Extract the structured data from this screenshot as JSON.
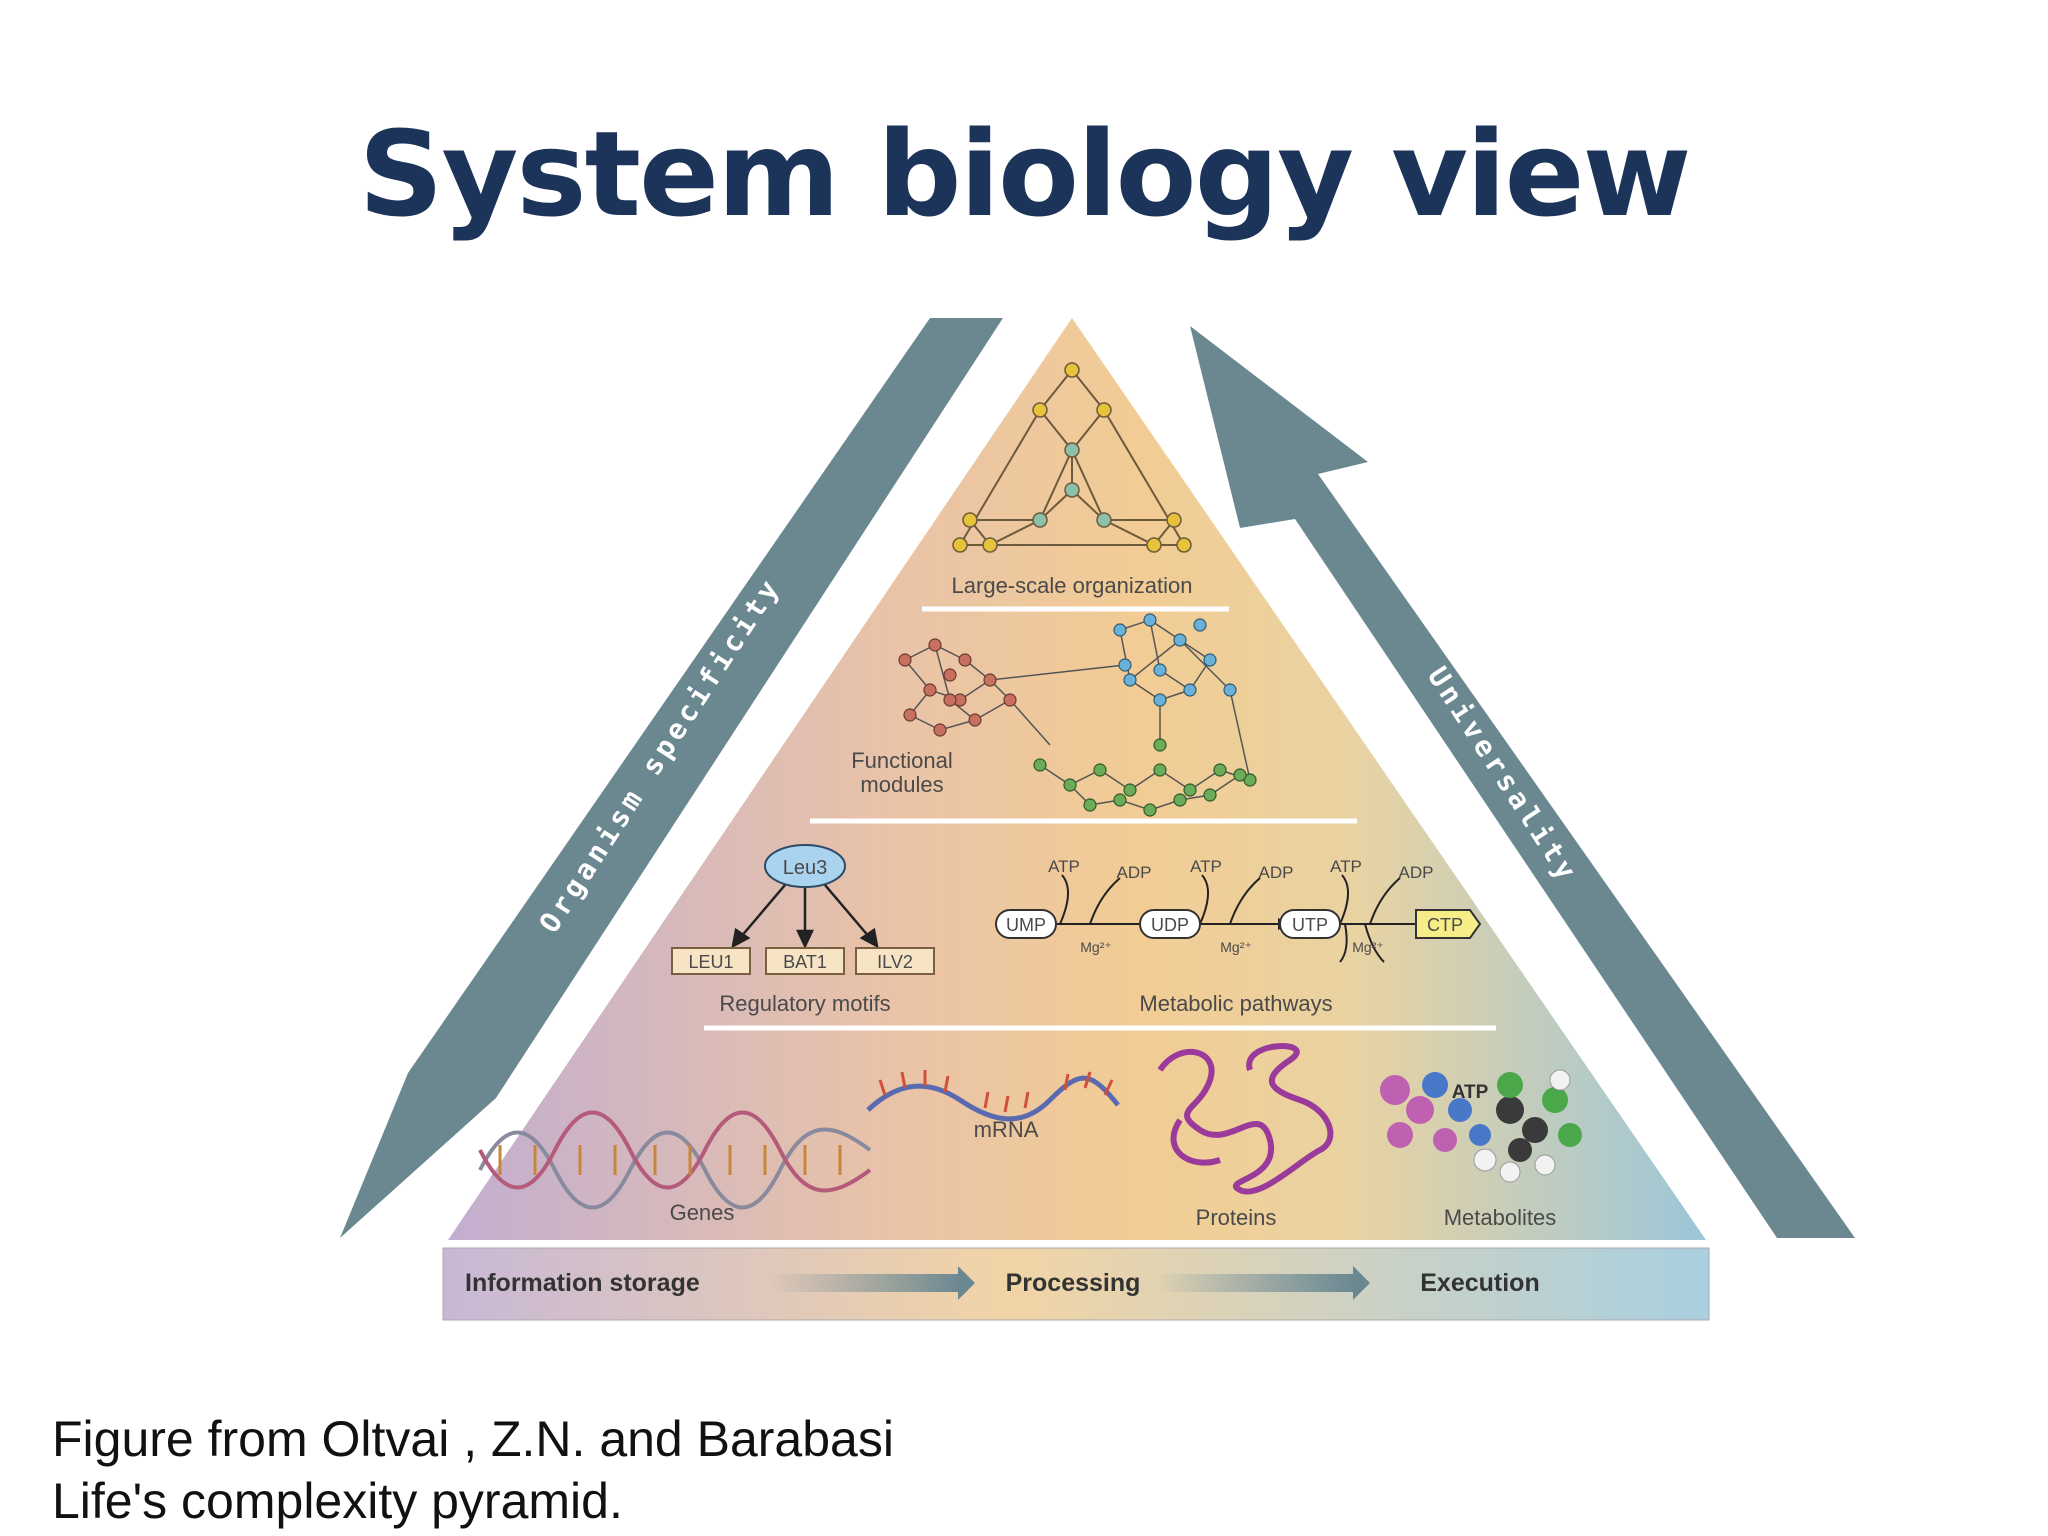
{
  "slide": {
    "title": "System biology view",
    "caption_line1": "Figure from Oltvai , Z.N. and Barabasi",
    "caption_line2": "Life's complexity pyramid."
  },
  "colors": {
    "title": "#1c3459",
    "arrow": "#6b8891",
    "tier_warm": "#f2cc94",
    "tier_cool": "#9cc6d8",
    "tier_violet": "#c2aed0"
  },
  "diagram": {
    "left_arrow_label": "Organism specificity",
    "right_arrow_label": "Universality",
    "tiers": {
      "top": "Large-scale organization",
      "second_line1": "Functional",
      "second_line2": "modules",
      "regulatory": "Regulatory motifs",
      "metabolic": "Metabolic pathways",
      "genes": "Genes",
      "mrna": "mRNA",
      "proteins": "Proteins",
      "metabolites": "Metabolites"
    },
    "motif": {
      "hub": "Leu3",
      "targets": [
        "LEU1",
        "BAT1",
        "ILV2"
      ]
    },
    "pathway": {
      "nodes": [
        "UMP",
        "UDP",
        "UTP",
        "CTP"
      ],
      "atp": "ATP",
      "adp": "ADP",
      "mg": "Mg²⁺"
    },
    "metabolite_tag": "ATP",
    "flow": [
      "Information storage",
      "Processing",
      "Execution"
    ]
  }
}
